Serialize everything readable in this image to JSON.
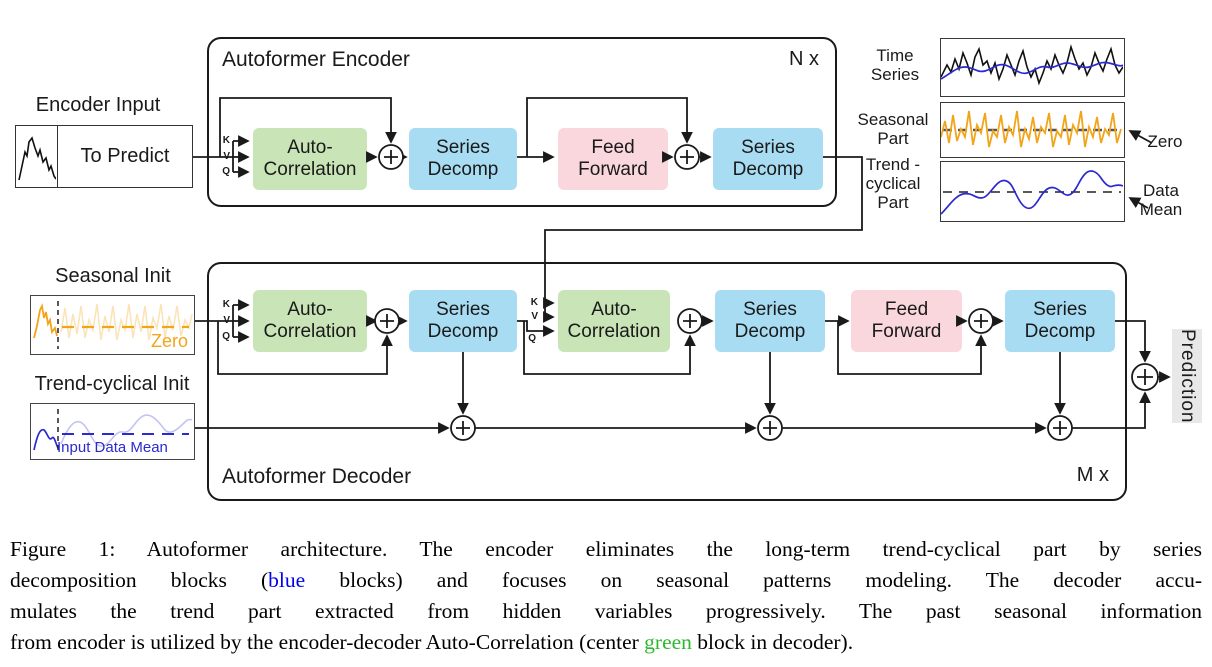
{
  "colors": {
    "green-block": "#c9e4b6",
    "blue-block": "#a8dcf2",
    "pink-block": "#f9d7dc",
    "orange-series": "#f2a51a",
    "blue-series": "#2a2ad0",
    "line": "#1a1a1a",
    "prediction-bg": "#e8e8e8",
    "caption-blue": "#0000ee",
    "caption-green": "#2eb82e"
  },
  "encoder_input": {
    "label": "Encoder Input",
    "value": "To Predict"
  },
  "kvq": {
    "k": "K",
    "v": "V",
    "q": "Q"
  },
  "blocks": {
    "auto_correlation": "Auto-Correlation",
    "series_decomp": "Series Decomp",
    "feed_forward": "Feed Forward"
  },
  "encoder": {
    "title": "Autoformer Encoder",
    "repeat": "N x"
  },
  "decoder": {
    "title": "Autoformer Decoder",
    "repeat": "M x"
  },
  "decomposition_panels": {
    "time_series_label": "Time Series",
    "seasonal_part_label": "Seasonal Part",
    "trend_cyclical_label": "Trend -cyclical Part",
    "zero_annotation": "Zero",
    "data_mean_annotation": "Data Mean"
  },
  "inits": {
    "seasonal_label": "Seasonal Init",
    "seasonal_zero": "Zero",
    "trend_label": "Trend-cyclical Init",
    "trend_mean": "Input Data Mean"
  },
  "prediction_label": "Prediction",
  "caption": {
    "line1": "Figure 1: Autoformer architecture. The encoder eliminates the long-term trend-cyclical part by series",
    "line2_pre": "decomposition blocks (",
    "blue_word": "blue",
    "line2_post": " blocks) and focuses on seasonal patterns modeling. The decoder accu-",
    "line3": "mulates the trend part extracted from hidden variables progressively. The past seasonal information",
    "line4_pre": "from encoder is utilized by the encoder-decoder Auto-Correlation (center ",
    "green_word": "green",
    "line4_post": " block in decoder)."
  }
}
